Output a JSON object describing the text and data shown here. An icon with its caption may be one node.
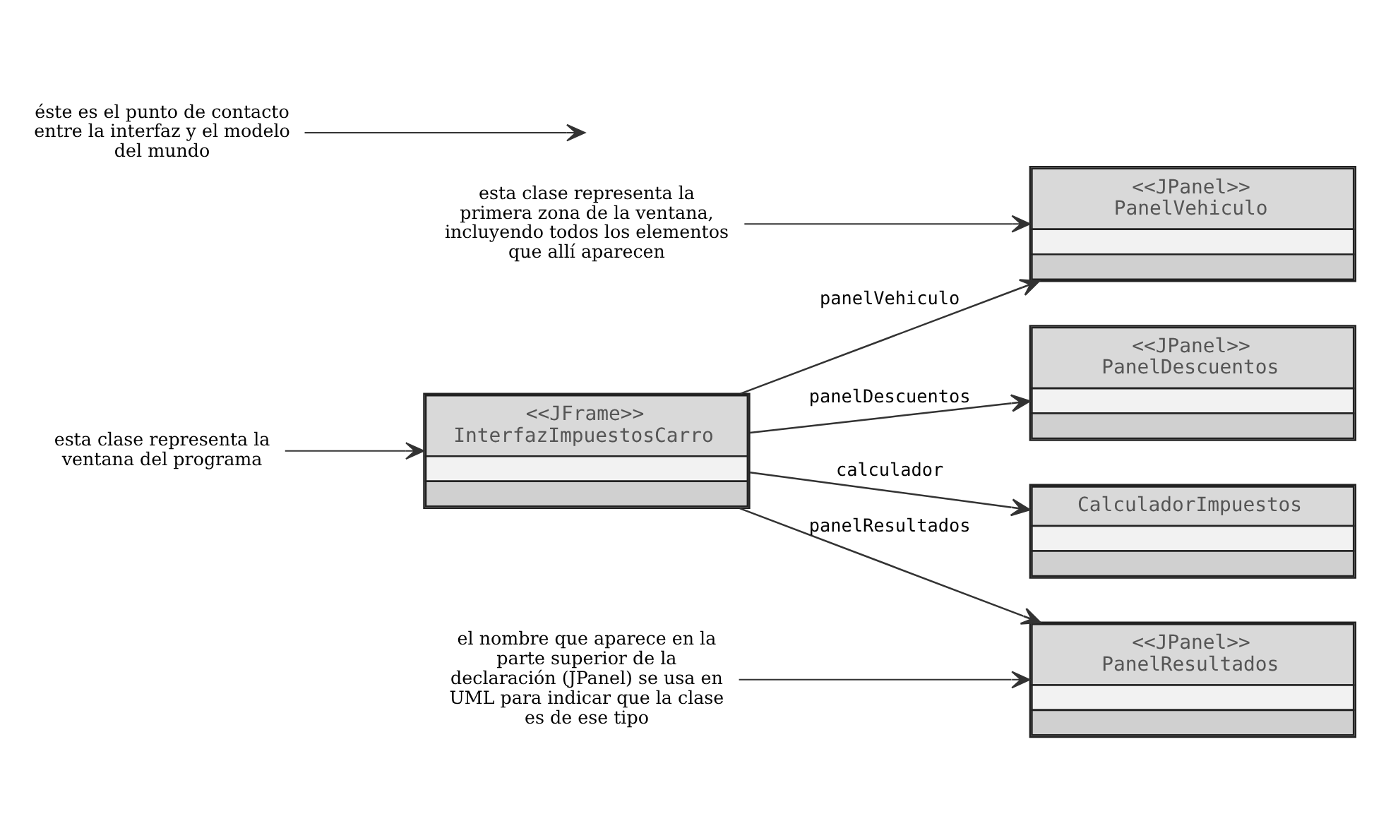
{
  "diagram": {
    "nodes": [
      {
        "text": [
          "<<JFrame>>",
          "InterfazImpuestosCarro"
        ]
      },
      {
        "text": [
          "<<JPanel>>",
          "PanelVehiculo"
        ]
      },
      {
        "text": [
          "<<JPanel>>",
          "PanelDescuentos"
        ]
      },
      {
        "text": [
          "<<JPanel>>",
          "PanelResultados"
        ]
      },
      {
        "text": [
          "CalculadorImpuestos"
        ]
      },
      {
        "text": [
          "esta clase representa la primera zona de la ventana, incluyendo todos los elementos que allí aparecen"
        ]
      },
      {
        "text": [
          "esta clase representa la ventana del programa"
        ]
      },
      {
        "text": [
          "éste es el punto de contacto entre la interfaz y el modelo del mundo"
        ]
      },
      {
        "text": [
          "el nombre que aparece en la parte superior de la declaración (JPanel) se usa en UML para indicar que la clase es de ese tipo"
        ]
      }
    ],
    "edges": [
      {
        "from": 0,
        "to": 1,
        "arrow": "to",
        "label": "panelVehiculo"
      },
      {
        "from": 0,
        "to": 2,
        "arrow": "to",
        "label": "panelDescuentos"
      },
      {
        "from": 0,
        "to": 3,
        "arrow": "to",
        "label": "panelResultados"
      },
      {
        "from": 0,
        "to": 4,
        "arrow": "to",
        "label": "calculador"
      },
      {
        "from": 5,
        "to": 1,
        "arrow": "to"
      },
      {
        "from": 6,
        "to": 0,
        "arrow": "to"
      },
      {
        "from": 7,
        "to": null,
        "arrow": "to"
      },
      {
        "from": 8,
        "to": 3,
        "arrow": "to"
      }
    ]
  }
}
